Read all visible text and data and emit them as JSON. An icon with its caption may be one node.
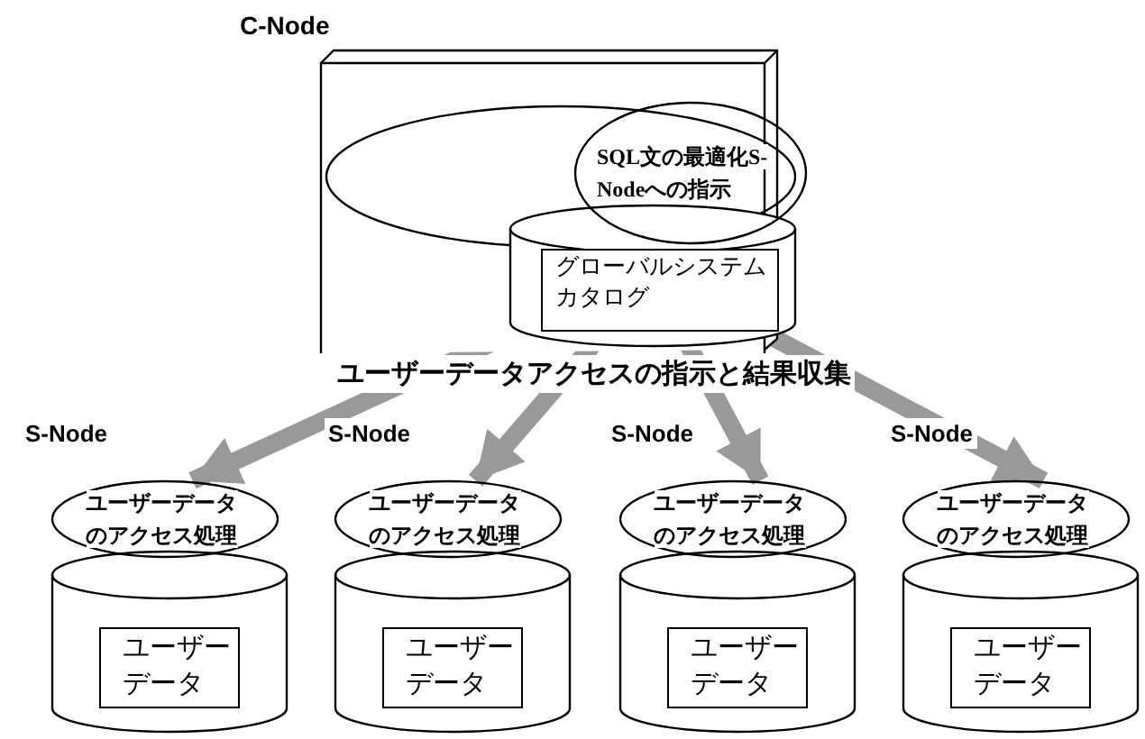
{
  "diagram": {
    "nodes": [
      {
        "text": [
          "C-Node"
        ]
      },
      {
        "text": [],
        "shape": "ellipse",
        "in": 0
      },
      {
        "text": [
          "SQL文の最適化S-Nodeへの指示"
        ],
        "in": 0
      },
      {
        "text": [],
        "shape": "cylinder",
        "in": 0
      },
      {
        "text": [
          "グローバルシステムカタログ"
        ],
        "in": 3
      },
      {
        "text": [
          "ユーザーデータのアクセス処理"
        ]
      },
      {
        "text": [],
        "shape": "cylinder"
      },
      {
        "text": [
          "ユーザーデータ"
        ],
        "in": 6
      },
      {
        "text": [
          "ユーザーデータのアクセス処理"
        ]
      },
      {
        "text": [],
        "shape": "cylinder"
      },
      {
        "text": [
          "ユーザーデータ"
        ],
        "in": 9
      },
      {
        "text": [
          "ユーザーデータのアクセス処理"
        ]
      },
      {
        "text": [],
        "shape": "cylinder"
      },
      {
        "text": [
          "ユーザーデータ"
        ],
        "in": 12
      },
      {
        "text": [
          "ユーザーデータのアクセス処理"
        ]
      },
      {
        "text": [],
        "shape": "cylinder"
      },
      {
        "text": [
          "ユーザーデータ"
        ],
        "in": 15
      }
    ],
    "edges": [
      {
        "from": 3,
        "to": 5,
        "arrow": "to"
      },
      {
        "from": 3,
        "to": 8,
        "arrow": "to"
      },
      {
        "from": 3,
        "to": 11,
        "arrow": "to"
      },
      {
        "from": 3,
        "to": 14,
        "arrow": "to"
      }
    ],
    "labels": [
      "ユーザーデータアクセスの指示と結果収集",
      "S-Node",
      "S-Node",
      "S-Node",
      "S-Node"
    ]
  }
}
